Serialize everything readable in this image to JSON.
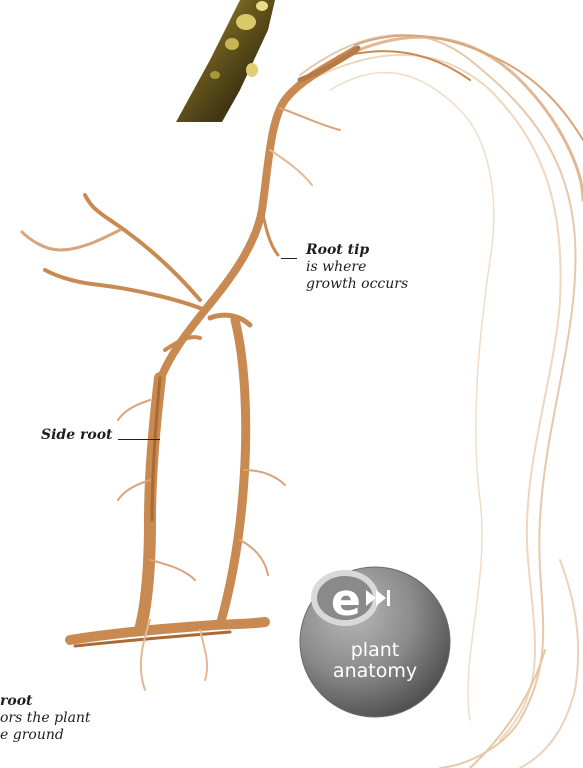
{
  "annotations": {
    "root_tip": {
      "title": "Root tip",
      "desc_line1": "is where",
      "desc_line2": "growth occurs"
    },
    "side_root": {
      "title": "Side root"
    },
    "main_root": {
      "title": "root",
      "desc_line1": "ors the plant",
      "desc_line2": "e ground"
    }
  },
  "badge": {
    "logo_letter": "e",
    "icon": "fast-forward-icon",
    "label_line1": "plant",
    "label_line2": "anatomy"
  },
  "colors": {
    "root": "#c98a52",
    "root_dark": "#a96a36",
    "root_light": "#e3b892",
    "twig": "#6b5a1e",
    "badge_fill": "#8c8c8c",
    "badge_dark": "#5e5e5e"
  }
}
